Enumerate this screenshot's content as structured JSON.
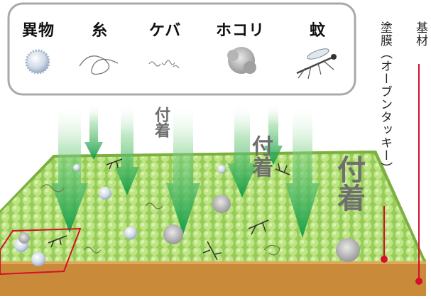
{
  "legend": {
    "items": [
      {
        "label": "異物",
        "icon": "dust-ball-icon"
      },
      {
        "label": "糸",
        "icon": "thread-icon"
      },
      {
        "label": "ケバ",
        "icon": "lint-icon"
      },
      {
        "label": "ホコリ",
        "icon": "dust-cluster-icon"
      },
      {
        "label": "蚊",
        "icon": "mosquito-icon"
      }
    ]
  },
  "annotations": {
    "adhere_small": "付着",
    "adhere_medium": "付着",
    "adhere_large": "付着"
  },
  "side_labels": {
    "coating": "塗膜（オーブンタッキー）",
    "substrate": "基材"
  },
  "colors": {
    "coating_green": "#a8d86a",
    "substrate_brown": "#c98a3a",
    "marker_red": "#d4102a",
    "arrow_green": "#1aa04a"
  }
}
